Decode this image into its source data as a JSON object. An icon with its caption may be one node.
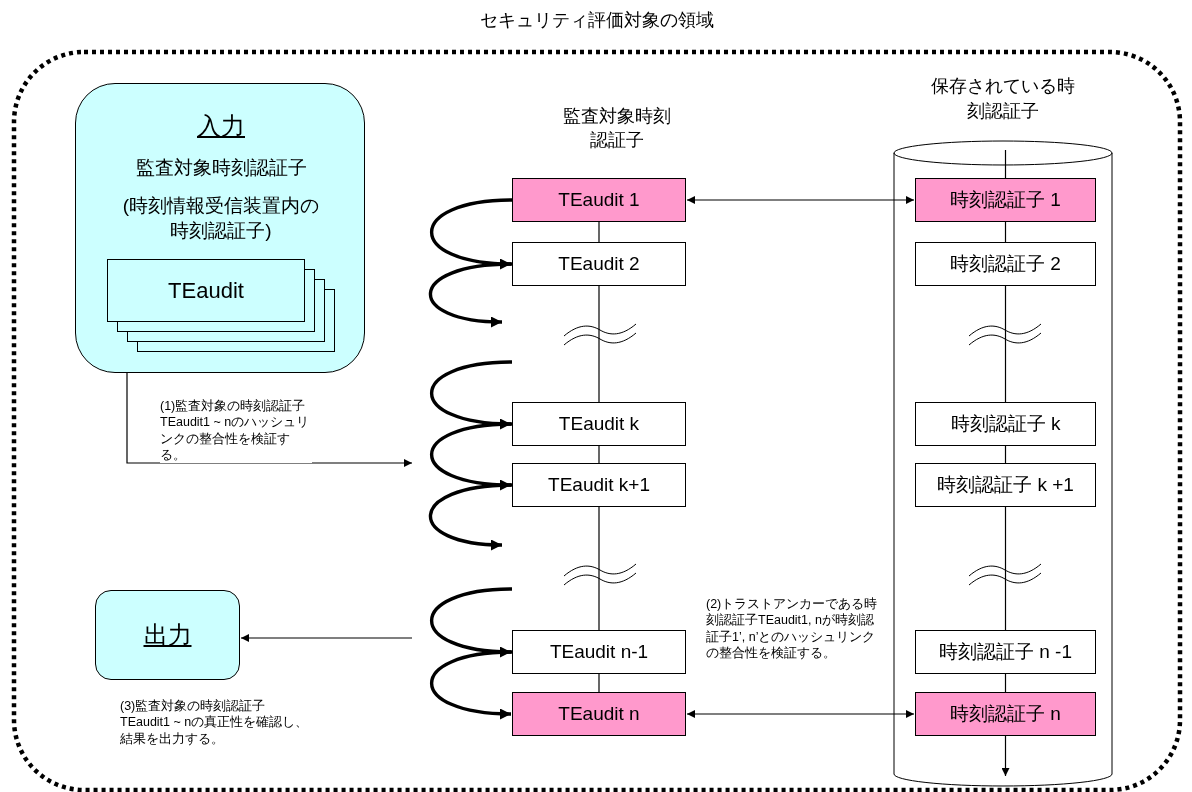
{
  "diagram": {
    "nodes": [
      {
        "text": [
          "セキュリティ評価対象の領域"
        ]
      },
      {
        "text": [
          "入力",
          "監査対象時刻認証子",
          "(時刻情報受信装置内の時刻認証子)"
        ],
        "in": 0
      },
      {
        "text": [
          "TEaudit"
        ],
        "in": 1
      },
      {
        "text": [
          "出力"
        ],
        "in": 0,
        "beside": [
          "(3)監査対象の時刻認証子TEaudit1 ~ nの真正性を確認し、結果を出力する。"
        ]
      },
      {
        "text": [
          "保存されている時刻認証子"
        ],
        "in": 0
      },
      {
        "text": [
          "TEaudit 1"
        ],
        "in": 0
      },
      {
        "text": [
          "TEaudit 2"
        ],
        "in": 0
      },
      {
        "text": [
          "TEaudit k"
        ],
        "in": 0
      },
      {
        "text": [
          "TEaudit k+1"
        ],
        "in": 0
      },
      {
        "text": [
          "TEaudit n-1"
        ],
        "in": 0
      },
      {
        "text": [
          "TEaudit n"
        ],
        "in": 0
      },
      {
        "text": [
          "時刻認証子 1"
        ],
        "in": 4
      },
      {
        "text": [
          "時刻認証子 2"
        ],
        "in": 4
      },
      {
        "text": [
          "時刻認証子 k"
        ],
        "in": 4
      },
      {
        "text": [
          "時刻認証子 k +1"
        ],
        "in": 4
      },
      {
        "text": [
          "時刻認証子 n -1"
        ],
        "in": 4
      },
      {
        "text": [
          "時刻認証子 n"
        ],
        "in": 4
      }
    ],
    "edges": [
      {
        "from": 5,
        "to": 6,
        "arrow": "to",
        "style": "thick"
      },
      {
        "from": 6,
        "to": null,
        "arrow": "to",
        "style": "thick"
      },
      {
        "from": null,
        "to": 7,
        "arrow": "to",
        "style": "thick"
      },
      {
        "from": 7,
        "to": 8,
        "arrow": "to",
        "style": "thick"
      },
      {
        "from": 8,
        "to": null,
        "arrow": "to",
        "style": "thick"
      },
      {
        "from": null,
        "to": 9,
        "arrow": "to",
        "style": "thick"
      },
      {
        "from": 9,
        "to": 10,
        "arrow": "to",
        "style": "thick"
      },
      {
        "from": 1,
        "to": null,
        "arrow": "to",
        "label": "(1)監査対象の時刻認証子TEaudit1 ~ nのハッシュリンクの整合性を検証する。"
      },
      {
        "from": null,
        "to": 3,
        "arrow": "to"
      },
      {
        "from": 5,
        "to": 11,
        "arrow": "both"
      },
      {
        "from": 10,
        "to": 16,
        "arrow": "both",
        "label": "(2)トラストアンカーである時刻認証子TEaudit1, nが時刻認証子1’, n’とのハッシュリンクの整合性を検証する。"
      },
      {
        "from": 5,
        "to": 6,
        "arrow": "none"
      },
      {
        "from": 6,
        "to": 7,
        "arrow": "none"
      },
      {
        "from": 7,
        "to": 8,
        "arrow": "none"
      },
      {
        "from": 8,
        "to": 9,
        "arrow": "none"
      },
      {
        "from": 9,
        "to": 10,
        "arrow": "none"
      },
      {
        "from": null,
        "to": 11,
        "arrow": "none"
      },
      {
        "from": 11,
        "to": 12,
        "arrow": "none"
      },
      {
        "from": 12,
        "to": 13,
        "arrow": "none"
      },
      {
        "from": 13,
        "to": 14,
        "arrow": "none"
      },
      {
        "from": 14,
        "to": 15,
        "arrow": "none"
      },
      {
        "from": 15,
        "to": 16,
        "arrow": "none"
      },
      {
        "from": 16,
        "to": null,
        "arrow": "to"
      }
    ],
    "labels": [
      "監査対象時刻認証子"
    ]
  }
}
